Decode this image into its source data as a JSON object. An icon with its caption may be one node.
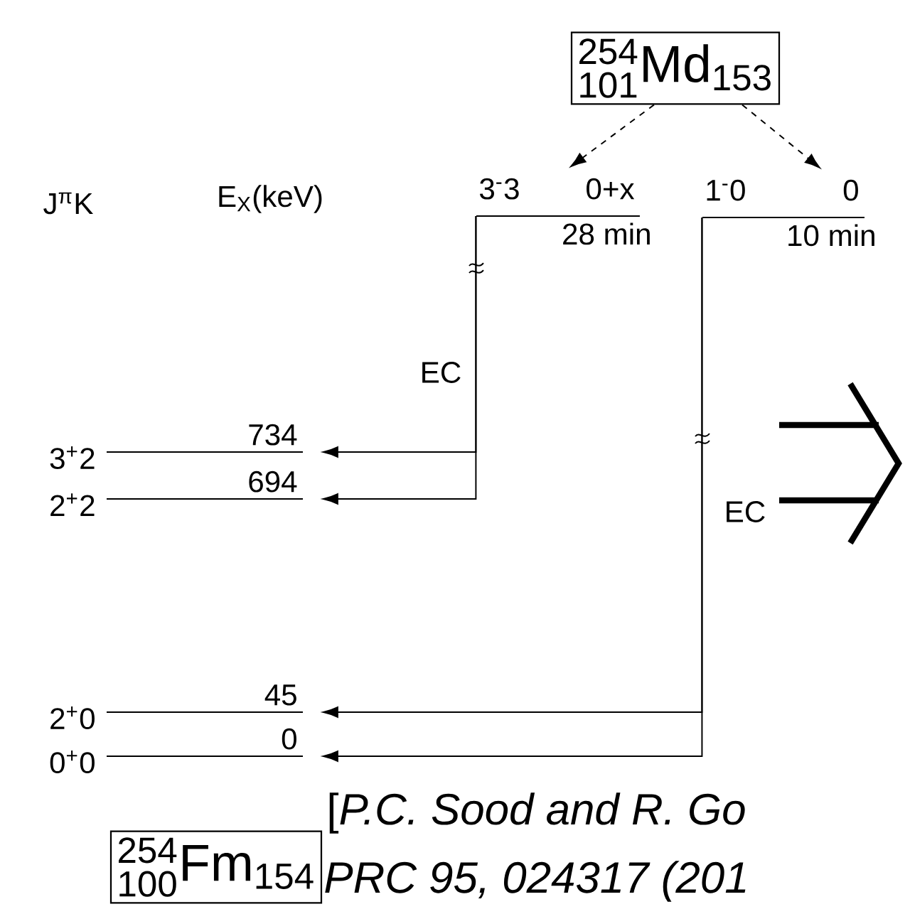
{
  "diagram": {
    "nodes": [
      {
        "text": [
          "{}^{\\text{254}}_{\\text{101}}\\text{Md}_{\\text{153}}"
        ]
      },
      {
        "text": [
          "{}^{\\text{254}}_{\\text{100}}\\text{Fm}_{\\text{154}}"
        ]
      },
      {
        "text": [
          "3$^{-}$3",
          "0+x"
        ],
        "beside": [
          "28 min"
        ]
      },
      {
        "text": [
          "1$^{-}$0",
          "0"
        ],
        "beside": [
          "10 min"
        ]
      },
      {
        "text": [
          "3$^{+}$2",
          "734"
        ]
      },
      {
        "text": [
          "2$^{+}$2",
          "694"
        ]
      },
      {
        "text": [
          "2$^{+}$0",
          "45"
        ]
      },
      {
        "text": [
          "0$^{+}$0",
          "0"
        ]
      }
    ],
    "edges": [
      {
        "from": 0,
        "to": 2,
        "arrow": "to",
        "style": "dashed"
      },
      {
        "from": 0,
        "to": 3,
        "arrow": "to",
        "style": "dashed"
      },
      {
        "from": 2,
        "to": 4,
        "arrow": "to",
        "label": "EC"
      },
      {
        "from": 2,
        "to": 5,
        "arrow": "to"
      },
      {
        "from": 3,
        "to": 6,
        "arrow": "to",
        "label": "EC"
      },
      {
        "from": 3,
        "to": 7,
        "arrow": "to"
      }
    ],
    "labels": [
      "J$^{π}$K",
      "E$_{X}$(keV)",
      "[*P.C. Sood and R. Go*",
      "*PRC 95, 024317 (201*"
    ]
  }
}
